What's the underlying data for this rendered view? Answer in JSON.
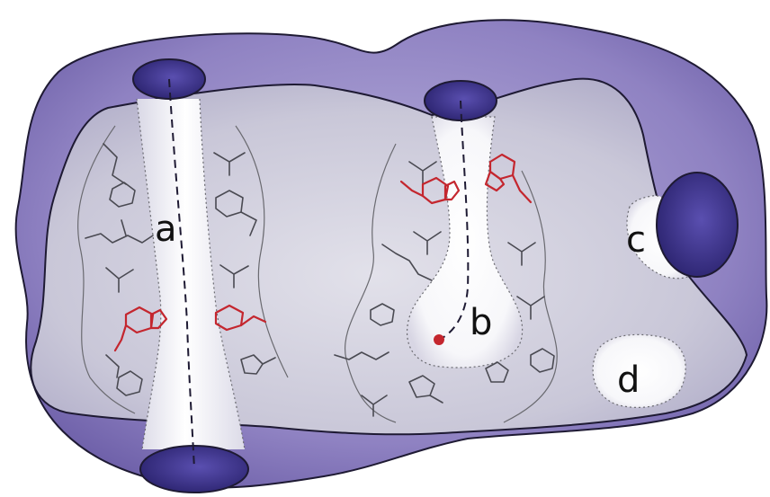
{
  "labels": {
    "a": "a",
    "b": "b",
    "c": "c",
    "d": "d"
  },
  "colors": {
    "outer_shell": "#8f82c2",
    "outer_shell_dark": "#6a5ca6",
    "inner_surface": "#c9c7d8",
    "channel_light": "#fafafc",
    "opening": "#3c3288",
    "outline": "#1e1a33",
    "highlight_residue": "#c4262e",
    "residue": "#4a4a52"
  }
}
